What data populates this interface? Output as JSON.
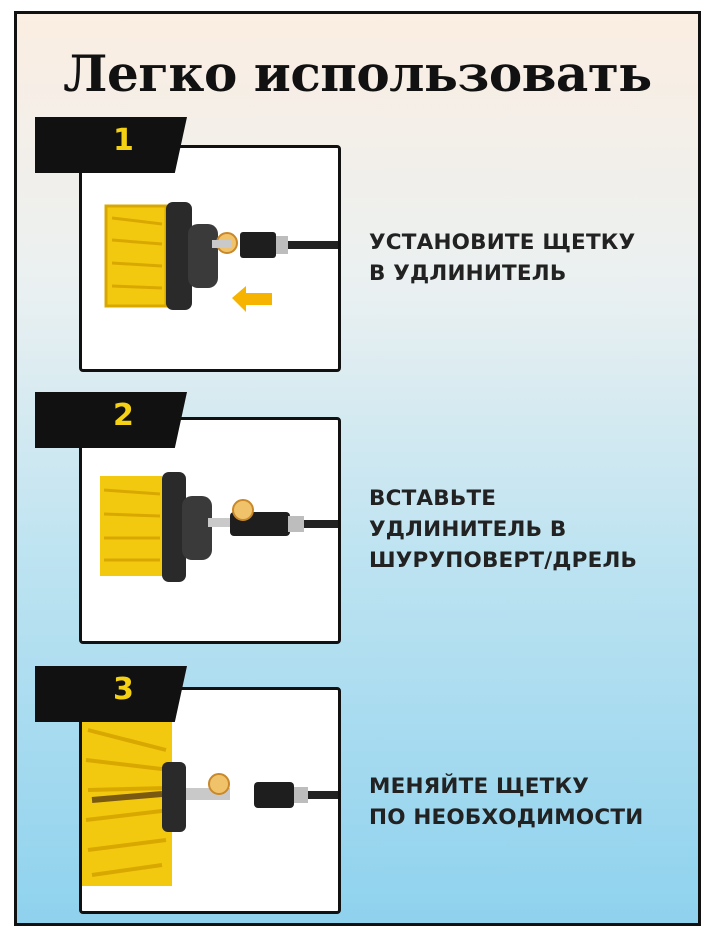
{
  "title": "Легко использовать",
  "steps": [
    {
      "number": "1",
      "lines": [
        "УСТАНОВИТЕ ЩЕТКУ",
        "В УДЛИНИТЕЛЬ"
      ]
    },
    {
      "number": "2",
      "lines": [
        "ВСТАВЬТЕ",
        "УДЛИНИТЕЛЬ В",
        "ШУРУПОВЕРТ/ДРЕЛЬ"
      ]
    },
    {
      "number": "3",
      "lines": [
        "МЕНЯЙТЕ ЩЕТКУ",
        "ПО НЕОБХОДИМОСТИ"
      ]
    }
  ],
  "colors": {
    "brush_yellow": "#f2c90f",
    "tag_black": "#111111",
    "number_yellow": "#f5d113",
    "arrow_orange": "#f6b400"
  }
}
